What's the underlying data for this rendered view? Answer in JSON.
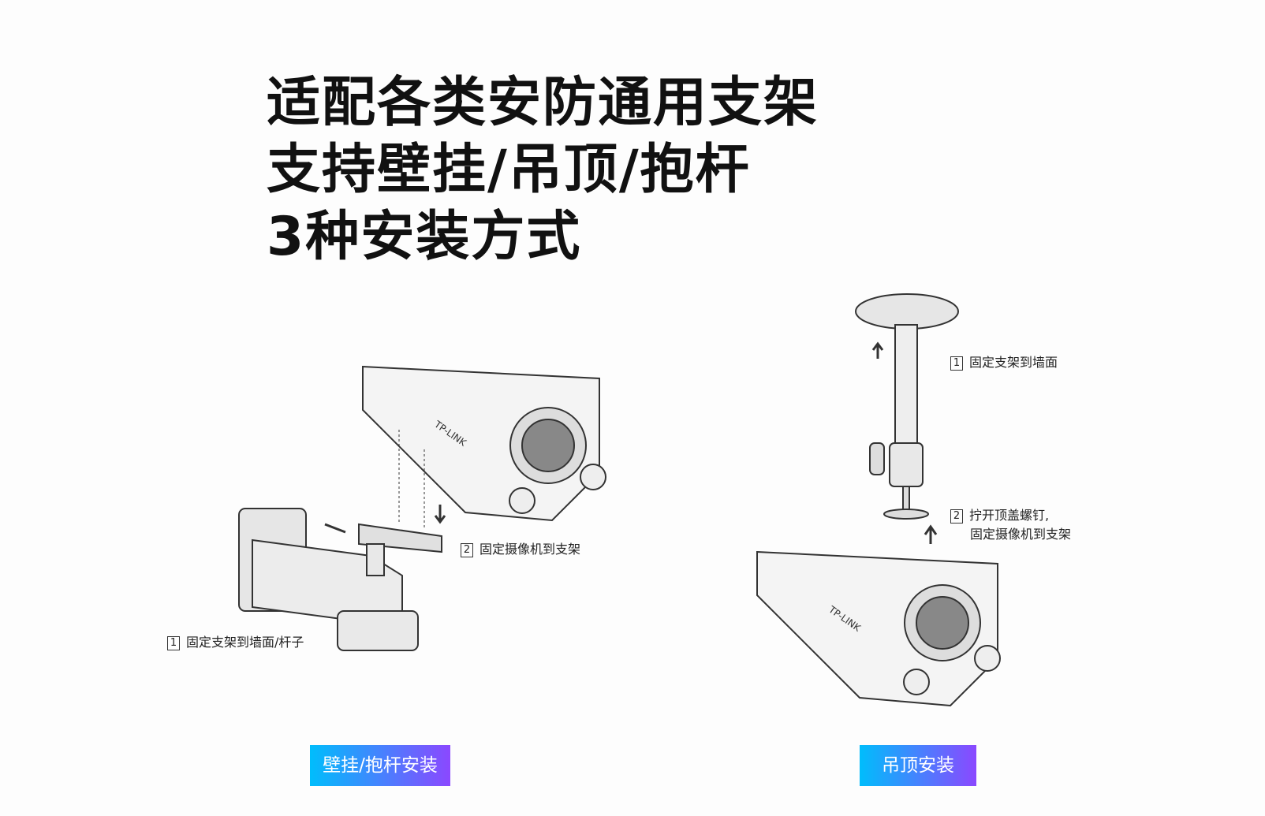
{
  "headline": {
    "line1": "适配各类安防通用支架",
    "line2": "支持壁挂/吊顶/抱杆",
    "line3": "3种安装方式"
  },
  "wall_mount": {
    "step1_num": "1",
    "step1": "固定支架到墙面/杆子",
    "step2_num": "2",
    "step2": "固定摄像机到支架",
    "badge": "壁挂/抱杆安装"
  },
  "ceiling_mount": {
    "step1_num": "1",
    "step1": "固定支架到墙面",
    "step2_num": "2",
    "step2_line1": "拧开顶盖螺钉,",
    "step2_line2": "固定摄像机到支架",
    "badge": "吊顶安装"
  },
  "brand_logo": "TP-LINK",
  "colors": {
    "gradient_start": "#00bdfc",
    "gradient_end": "#8b48ff"
  }
}
